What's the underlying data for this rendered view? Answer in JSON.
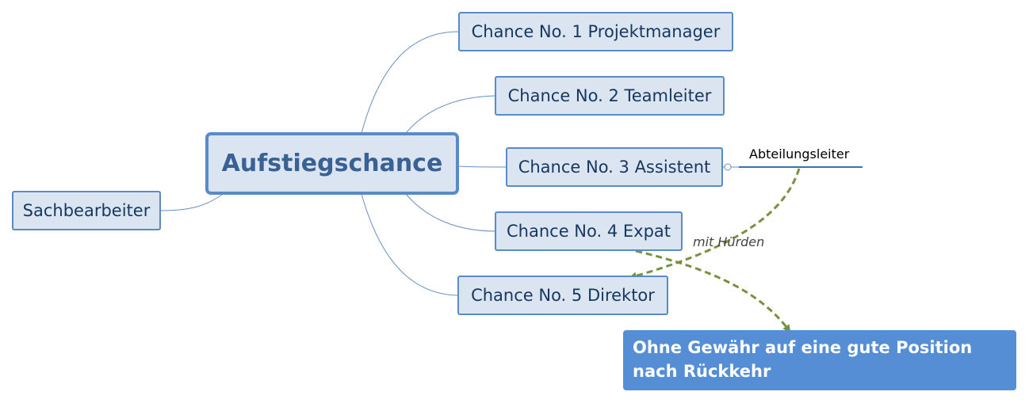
{
  "central": {
    "label": "Aufstiegschance"
  },
  "left_topic": {
    "label": "Sachbearbeiter"
  },
  "branches": [
    {
      "label": "Chance No. 1 Projektmanager"
    },
    {
      "label": "Chance No. 2 Teamleiter"
    },
    {
      "label": "Chance No. 3 Assistent"
    },
    {
      "label": "Chance No. 4 Expat"
    },
    {
      "label": "Chance No. 5 Direktor"
    }
  ],
  "subtopic": {
    "label": "Abteilungsleiter"
  },
  "relationship": {
    "label": "mit Hürden"
  },
  "callout": {
    "label": "Ohne Gewähr auf eine gute Position nach Rückkehr"
  },
  "colors": {
    "node_fill": "#dbe5f1",
    "node_border": "#5b8bc6",
    "connector": "#6a8fc4",
    "relationship_arrow": "#76923c",
    "callout_fill": "#558ed5"
  }
}
